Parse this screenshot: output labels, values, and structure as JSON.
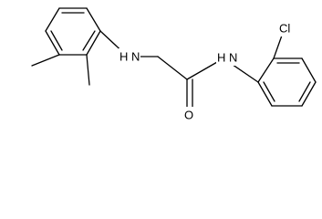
{
  "molecule": {
    "atoms": {
      "n_amine": "H N",
      "n_amide": "H N",
      "o": "O",
      "cl": "Cl"
    }
  }
}
